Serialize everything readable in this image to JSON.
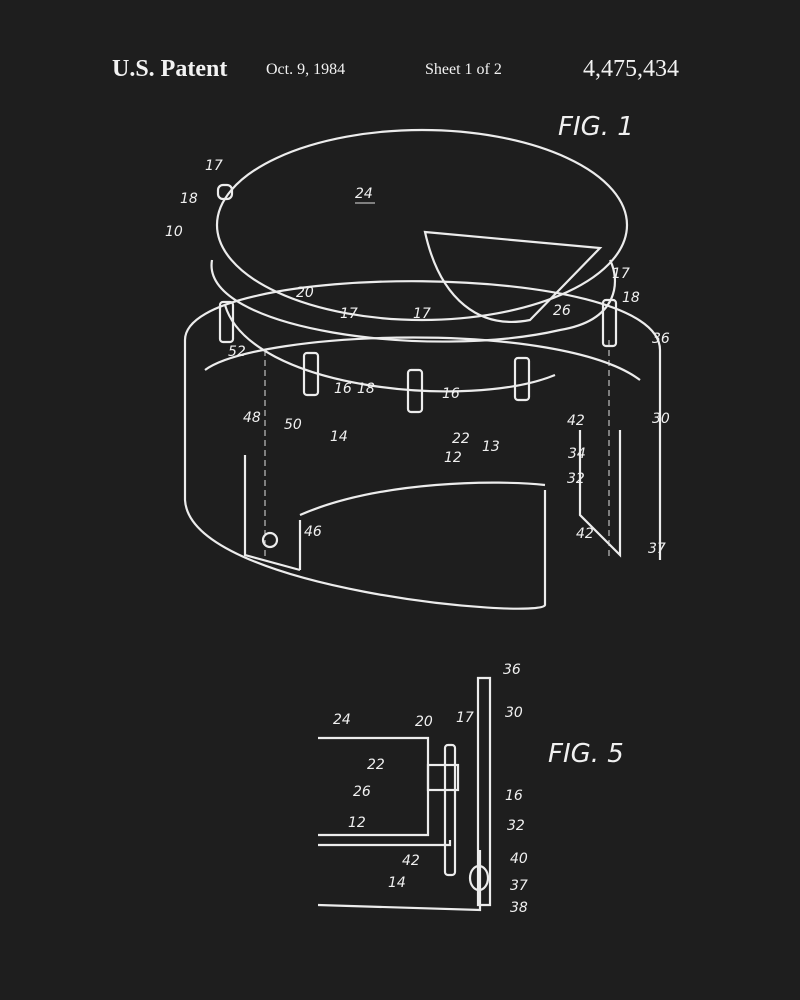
{
  "header": {
    "title": "U.S. Patent",
    "date": "Oct. 9, 1984",
    "sheet": "Sheet 1 of 2",
    "patent_number": "4,475,434"
  },
  "figures": [
    {
      "title": "FIG. 1",
      "labels": [
        "17",
        "18",
        "10",
        "24",
        "20",
        "17",
        "17",
        "52",
        "16",
        "18",
        "16",
        "48",
        "50",
        "14",
        "22",
        "13",
        "12",
        "42",
        "26",
        "17",
        "18",
        "36",
        "30",
        "34",
        "32",
        "42",
        "37",
        "46"
      ]
    },
    {
      "title": "FIG. 5",
      "labels": [
        "36",
        "30",
        "24",
        "20",
        "17",
        "22",
        "26",
        "16",
        "12",
        "32",
        "42",
        "40",
        "14",
        "37",
        "38"
      ]
    }
  ],
  "colors": {
    "background": "#1e1e1e",
    "ink": "#f0f0f0"
  }
}
